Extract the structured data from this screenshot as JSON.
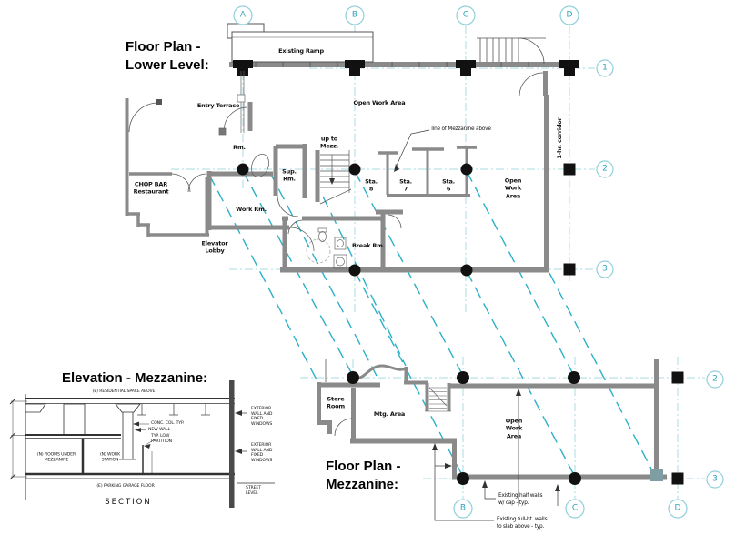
{
  "titles": {
    "lower_level": [
      "Floor Plan -",
      "Lower Level:"
    ],
    "elevation": "Elevation - Mezzanine:",
    "mezzanine": [
      "Floor Plan -",
      "Mezzanine:"
    ]
  },
  "lower_plan": {
    "labels": {
      "existing_ramp": "Existing  Ramp",
      "entry_terrace": "Entry Terrace",
      "open_work_area_top": "Open  Work Area",
      "up_to_mezz": [
        "up to",
        "Mezz."
      ],
      "mezzanine_line_note": "line of Mezzanine above",
      "sta_8": [
        "Sta.",
        "8"
      ],
      "sta_7": [
        "Sta.",
        "7"
      ],
      "sta_6": [
        "Sta.",
        "6"
      ],
      "open_work_area_right": [
        "Open",
        "Work",
        "Area"
      ],
      "corridor": "1-hr. corridor",
      "rm": "Rm.",
      "sup_rm": [
        "Sup.",
        "Rm."
      ],
      "work_rm": "Work Rm.",
      "break_rm": "Break Rm.",
      "chop_bar": [
        "CHOP BAR",
        "Restaurant"
      ],
      "elevator_lobby": [
        "Elevator",
        "Lobby"
      ]
    }
  },
  "mezzanine_plan": {
    "labels": {
      "store_room": [
        "Store",
        "Room"
      ],
      "mtg_area": "Mtg. Area",
      "open_work_area": [
        "Open",
        "Work",
        "Area"
      ],
      "half_walls_note": [
        "Existing half walls",
        "w/ cap - typ."
      ],
      "full_height_walls_note": [
        "Existing full-ht. walls",
        "to slab above - typ."
      ]
    }
  },
  "elevation": {
    "labels": {
      "residential_above": "(E) RESIDENTIAL SPACE ABOVE",
      "conc_col": "CONC. COL. TYP.",
      "new_wall": "NEW WALL",
      "low_partition": [
        "TYP. LOW",
        "PARTITION"
      ],
      "rooms_under_mezzanine": [
        "(N) ROOMS UNDER",
        "MEZZANINE"
      ],
      "work_station": [
        "(N) WORK",
        "STATION"
      ],
      "parking_garage": "(E) PARKING GARAGE FLOOR",
      "section": "SECTION",
      "exterior_wall_upper": [
        "EXTERIOR",
        "WALL AND",
        "FIXED",
        "WINDOWS"
      ],
      "exterior_wall_lower": [
        "EXTERIOR",
        "WALL AND",
        "FIXED",
        "WINDOWS"
      ],
      "street_level": [
        "STREET",
        "LEVEL"
      ]
    }
  },
  "grid": {
    "lower_cols": [
      "A",
      "B",
      "C",
      "D"
    ],
    "lower_rows": [
      "1",
      "2",
      "3"
    ],
    "mezz_cols": [
      "B",
      "C",
      "D"
    ],
    "mezz_rows": [
      "2",
      "3"
    ]
  },
  "colors": {
    "projection_cyan": "#2cb0c8",
    "grid_teal": "#a8dbe2",
    "bubble_stroke": "#8fd0da",
    "bubble_text": "#2fa3b8",
    "wall_gray": "#8a8a8a",
    "ink": "#111111"
  }
}
